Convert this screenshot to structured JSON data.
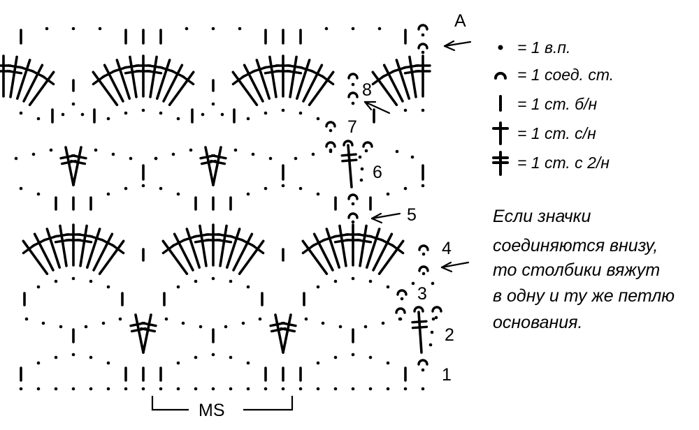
{
  "chart_labels": {
    "point_a": "A",
    "repeat": "MS",
    "rows": [
      "1",
      "2",
      "3",
      "4",
      "5",
      "6",
      "7",
      "8"
    ]
  },
  "legend": [
    {
      "icon": "chain-dot-icon",
      "text": "= 1 в.п."
    },
    {
      "icon": "slip-stitch-icon",
      "text": "= 1 соед. ст."
    },
    {
      "icon": "single-crochet-icon",
      "text": "= 1 ст. б/н"
    },
    {
      "icon": "double-crochet-icon",
      "text": "= 1 ст. с/н"
    },
    {
      "icon": "treble-crochet-icon",
      "text": "= 1 ст. с 2/н"
    }
  ],
  "note": [
    "Если значки",
    "соединяются внизу,",
    "то столбики вяжут",
    "в одну и ту же петлю",
    "основания."
  ]
}
